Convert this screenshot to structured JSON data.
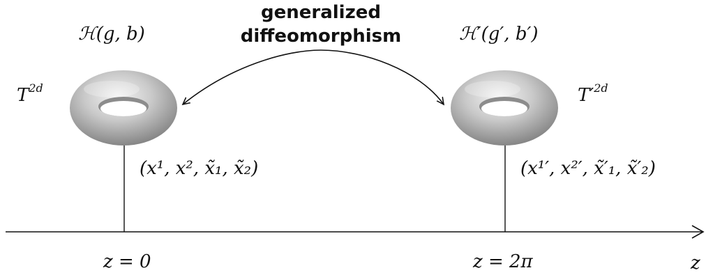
{
  "arrow_caption": {
    "line1": "generalized",
    "line2": "diffeomorphism"
  },
  "left": {
    "space_label": "ℋ(g, b)",
    "torus_label_base": "T",
    "torus_label_sup": "2d",
    "coords": "(x¹, x², x̃₁, x̃₂)",
    "z_label": "z = 0"
  },
  "right": {
    "space_label": "ℋ′(g′, b′)",
    "torus_label_base": "T′",
    "torus_label_sup": "2d",
    "coords": "(x¹′, x²′, x̃′₁, x̃′₂)",
    "z_label": "z = 2π"
  },
  "axis": {
    "label": "z"
  },
  "colors": {
    "line": "#111111",
    "torus_light": "#f2f2f2",
    "torus_dark": "#8a8a8a"
  }
}
